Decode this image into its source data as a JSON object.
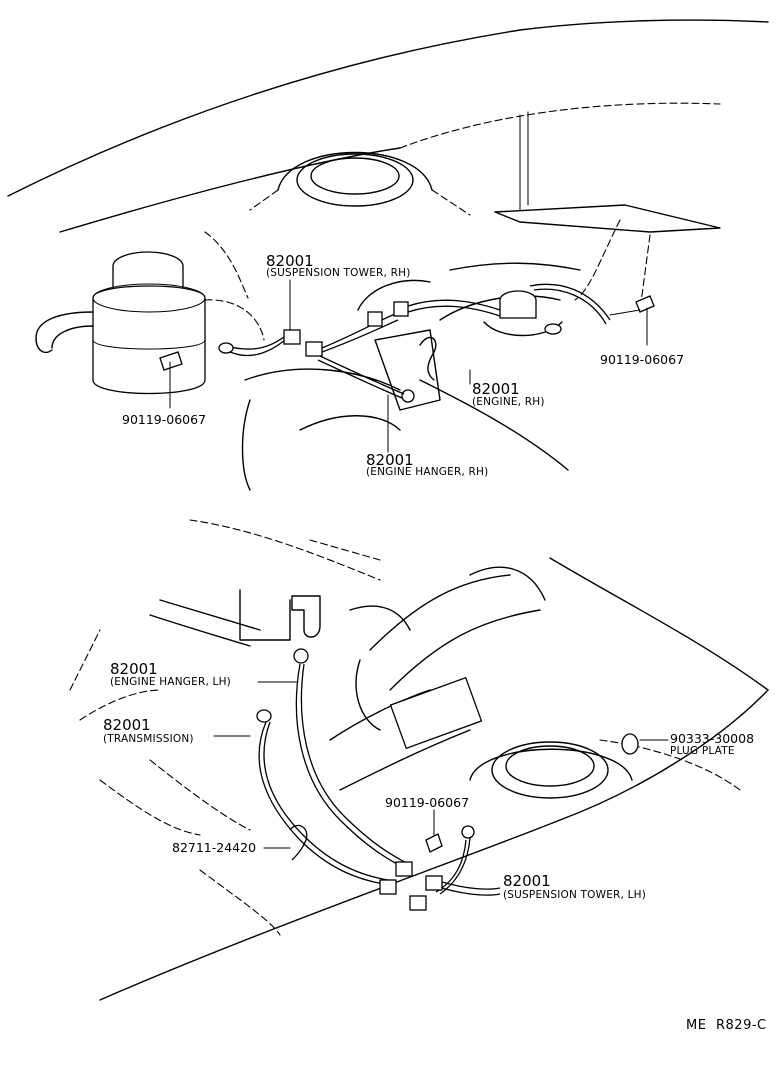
{
  "labels": {
    "part_82001": "82001",
    "suspension_tower_rh": "(SUSPENSION TOWER, RH)",
    "engine_rh": "(ENGINE, RH)",
    "engine_hanger_rh": "(ENGINE HANGER, RH)",
    "engine_hanger_lh": "(ENGINE HANGER, LH)",
    "transmission": "(TRANSMISSION)",
    "suspension_tower_lh": "(SUSPENSION TOWER, LH)",
    "bolt_90119": "90119-06067",
    "plug_plate_code": "90333-30008",
    "plug_plate": "PLUG PLATE",
    "clamp_82711": "82711-24420"
  },
  "footer": {
    "left": "ME",
    "right": "R829-C"
  }
}
